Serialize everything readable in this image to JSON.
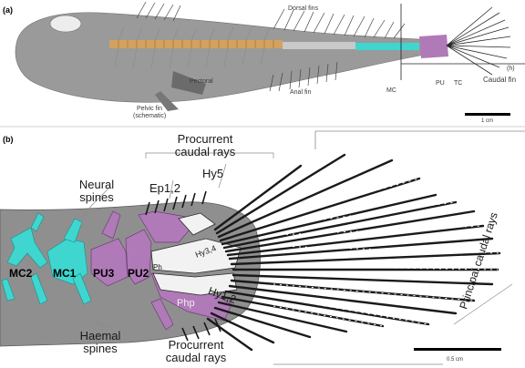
{
  "panel_a": {
    "label": "(a)",
    "dorsal_fins": "Dorsal fins",
    "pectoral": "Pectoral",
    "pelvic_fin": "Pelvic fin",
    "pelvic_note": "(schematic)",
    "anal_fin": "Anal fin",
    "mc": "MC",
    "pu": "PU",
    "tc": "TC",
    "inset_ref": "(h)",
    "caudal_fin": "Caudal fin",
    "scale": "1 cm"
  },
  "panel_b": {
    "label": "(b)",
    "procurrent_top_1": "Procurrent",
    "procurrent_top_2": "caudal rays",
    "neural_1": "Neural",
    "neural_2": "spines",
    "ep": "Ep1,2",
    "hy5": "Hy5",
    "mc2": "MC2",
    "mc1": "MC1",
    "pu3": "PU3",
    "pu2": "PU2",
    "ph": "Ph",
    "php": "Php",
    "hy12": "Hy1,2",
    "hy34": "Hy3,4",
    "haemal_1": "Haemal",
    "haemal_2": "spines",
    "procurrent_bot_1": "Procurrent",
    "procurrent_bot_2": "caudal rays",
    "principal": "Principal caudal rays",
    "scale": "0.5 cm"
  },
  "colors": {
    "body_fill": "#9a9a9a",
    "vertebrae_orange": "#d9a25a",
    "cyan_bones": "#3fd6d0",
    "purple_bones": "#b07ab8",
    "ray_dark": "#1a1a1a"
  }
}
